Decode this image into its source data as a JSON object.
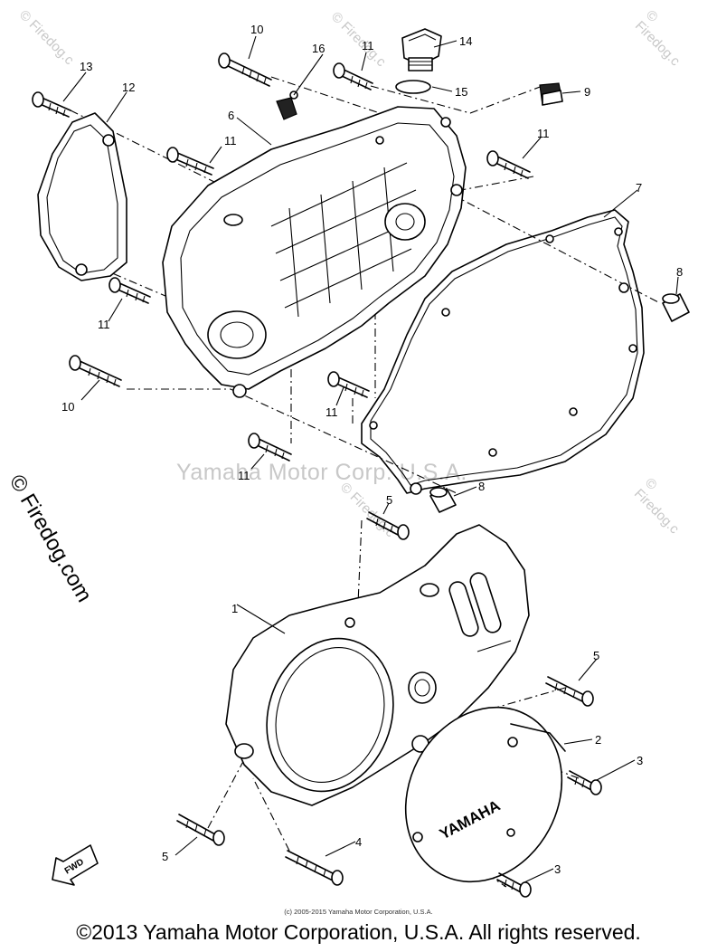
{
  "callouts": [
    "1",
    "2",
    "3",
    "3",
    "4",
    "5",
    "5",
    "5",
    "6",
    "7",
    "8",
    "8",
    "9",
    "10",
    "10",
    "11",
    "11",
    "11",
    "11",
    "11",
    "11",
    "12",
    "13",
    "14",
    "15",
    "16"
  ],
  "cover_brand": "YAMAHA",
  "fwd_label": "FWD",
  "watermarks": {
    "center": "Yamaha Motor Corp. U.S.A.",
    "site": "© Firedog.com",
    "site_short": "© Firedog.c"
  },
  "small_copyright": "(c) 2005-2015 Yamaha Motor Corporation, U.S.A.",
  "footer": "©2013 Yamaha Motor Corporation, U.S.A. All rights reserved."
}
